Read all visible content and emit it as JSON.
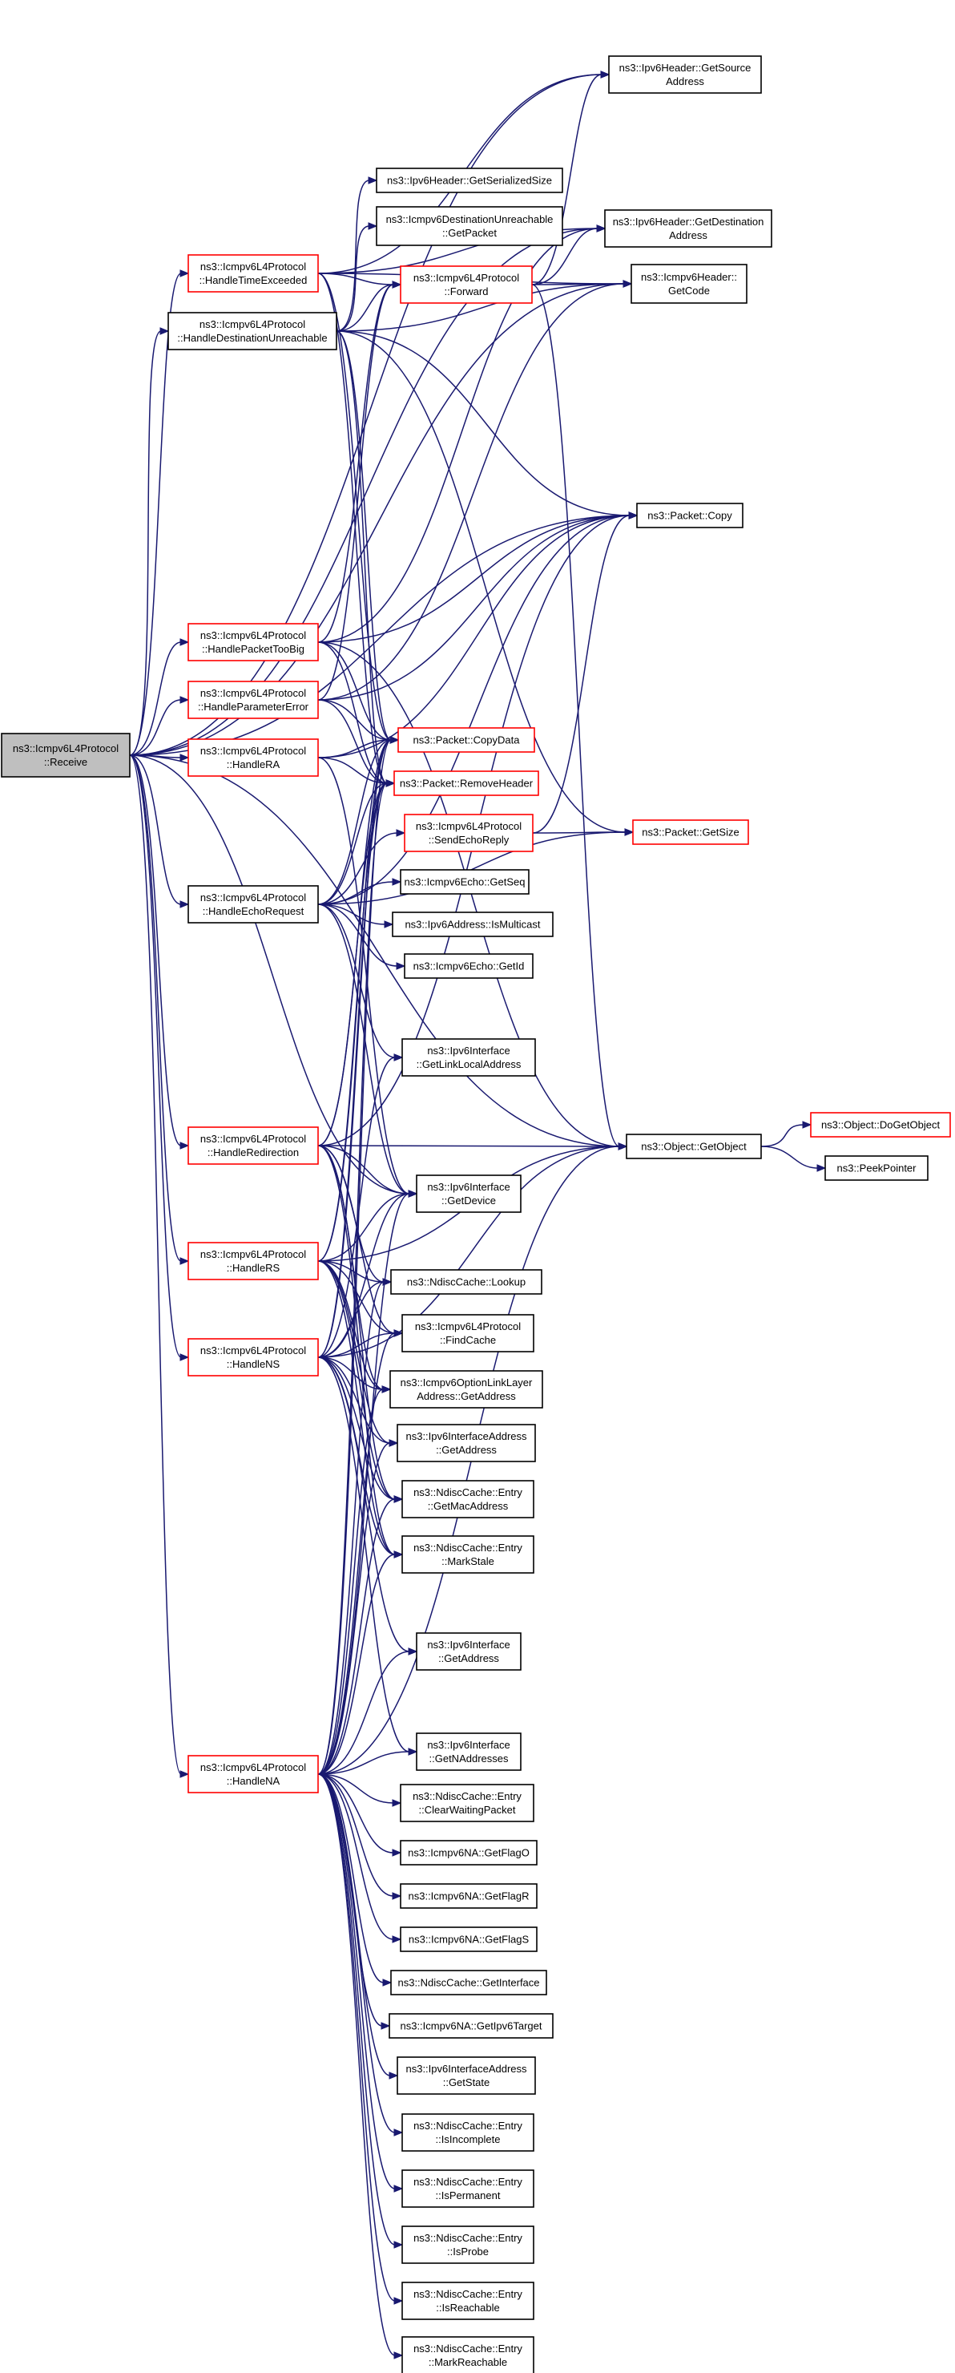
{
  "colors": {
    "edge": "#191970",
    "node_border": "#000000",
    "node_border_has_children": "#ff0000",
    "root_fill": "#bfbfbf",
    "background": "#ffffff"
  },
  "nodes": [
    {
      "id": "receive",
      "lines": [
        "ns3::Icmpv6L4Protocol",
        "::Receive"
      ],
      "style": "root"
    },
    {
      "id": "get_source",
      "lines": [
        "ns3::Ipv6Header::GetSource",
        "Address"
      ],
      "style": "plain"
    },
    {
      "id": "get_serialized_size",
      "lines": [
        "ns3::Ipv6Header::GetSerializedSize"
      ],
      "style": "plain"
    },
    {
      "id": "unreach_get_packet",
      "lines": [
        "ns3::Icmpv6DestinationUnreachable",
        "::GetPacket"
      ],
      "style": "plain"
    },
    {
      "id": "get_destination",
      "lines": [
        "ns3::Ipv6Header::GetDestination",
        "Address"
      ],
      "style": "plain"
    },
    {
      "id": "handle_time_exceeded",
      "lines": [
        "ns3::Icmpv6L4Protocol",
        "::HandleTimeExceeded"
      ],
      "style": "red"
    },
    {
      "id": "forward",
      "lines": [
        "ns3::Icmpv6L4Protocol",
        "::Forward"
      ],
      "style": "red"
    },
    {
      "id": "get_code",
      "lines": [
        "ns3::Icmpv6Header::",
        "GetCode"
      ],
      "style": "plain"
    },
    {
      "id": "handle_dest_unreach",
      "lines": [
        "ns3::Icmpv6L4Protocol",
        "::HandleDestinationUnreachable"
      ],
      "style": "plain"
    },
    {
      "id": "packet_copy",
      "lines": [
        "ns3::Packet::Copy"
      ],
      "style": "plain"
    },
    {
      "id": "handle_packet_too_big",
      "lines": [
        "ns3::Icmpv6L4Protocol",
        "::HandlePacketTooBig"
      ],
      "style": "red"
    },
    {
      "id": "handle_parameter_error",
      "lines": [
        "ns3::Icmpv6L4Protocol",
        "::HandleParameterError"
      ],
      "style": "red"
    },
    {
      "id": "copy_data",
      "lines": [
        "ns3::Packet::CopyData"
      ],
      "style": "red"
    },
    {
      "id": "handle_ra",
      "lines": [
        "ns3::Icmpv6L4Protocol",
        "::HandleRA"
      ],
      "style": "red"
    },
    {
      "id": "remove_header",
      "lines": [
        "ns3::Packet::RemoveHeader"
      ],
      "style": "red"
    },
    {
      "id": "send_echo_reply",
      "lines": [
        "ns3::Icmpv6L4Protocol",
        "::SendEchoReply"
      ],
      "style": "red"
    },
    {
      "id": "get_size",
      "lines": [
        "ns3::Packet::GetSize"
      ],
      "style": "red"
    },
    {
      "id": "handle_echo_request",
      "lines": [
        "ns3::Icmpv6L4Protocol",
        "::HandleEchoRequest"
      ],
      "style": "plain"
    },
    {
      "id": "echo_get_seq",
      "lines": [
        "ns3::Icmpv6Echo::GetSeq"
      ],
      "style": "plain"
    },
    {
      "id": "is_multicast",
      "lines": [
        "ns3::Ipv6Address::IsMulticast"
      ],
      "style": "plain"
    },
    {
      "id": "echo_get_id",
      "lines": [
        "ns3::Icmpv6Echo::GetId"
      ],
      "style": "plain"
    },
    {
      "id": "get_link_local",
      "lines": [
        "ns3::Ipv6Interface",
        "::GetLinkLocalAddress"
      ],
      "style": "plain"
    },
    {
      "id": "handle_redirection",
      "lines": [
        "ns3::Icmpv6L4Protocol",
        "::HandleRedirection"
      ],
      "style": "red"
    },
    {
      "id": "get_object",
      "lines": [
        "ns3::Object::GetObject"
      ],
      "style": "plain"
    },
    {
      "id": "do_get_object",
      "lines": [
        "ns3::Object::DoGetObject"
      ],
      "style": "red"
    },
    {
      "id": "peek_pointer",
      "lines": [
        "ns3::PeekPointer"
      ],
      "style": "plain"
    },
    {
      "id": "get_device",
      "lines": [
        "ns3::Ipv6Interface",
        "::GetDevice"
      ],
      "style": "plain"
    },
    {
      "id": "handle_rs",
      "lines": [
        "ns3::Icmpv6L4Protocol",
        "::HandleRS"
      ],
      "style": "red"
    },
    {
      "id": "ndisc_lookup",
      "lines": [
        "ns3::NdiscCache::Lookup"
      ],
      "style": "plain"
    },
    {
      "id": "find_cache",
      "lines": [
        "ns3::Icmpv6L4Protocol",
        "::FindCache"
      ],
      "style": "plain"
    },
    {
      "id": "handle_ns",
      "lines": [
        "ns3::Icmpv6L4Protocol",
        "::HandleNS"
      ],
      "style": "red"
    },
    {
      "id": "option_link_layer",
      "lines": [
        "ns3::Icmpv6OptionLinkLayer",
        "Address::GetAddress"
      ],
      "style": "plain"
    },
    {
      "id": "iface_addr_get_address",
      "lines": [
        "ns3::Ipv6InterfaceAddress",
        "::GetAddress"
      ],
      "style": "plain"
    },
    {
      "id": "entry_get_mac",
      "lines": [
        "ns3::NdiscCache::Entry",
        "::GetMacAddress"
      ],
      "style": "plain"
    },
    {
      "id": "entry_mark_stale",
      "lines": [
        "ns3::NdiscCache::Entry",
        "::MarkStale"
      ],
      "style": "plain"
    },
    {
      "id": "iface_get_address",
      "lines": [
        "ns3::Ipv6Interface",
        "::GetAddress"
      ],
      "style": "plain"
    },
    {
      "id": "get_n_addresses",
      "lines": [
        "ns3::Ipv6Interface",
        "::GetNAddresses"
      ],
      "style": "plain"
    },
    {
      "id": "handle_na",
      "lines": [
        "ns3::Icmpv6L4Protocol",
        "::HandleNA"
      ],
      "style": "red"
    },
    {
      "id": "clear_waiting",
      "lines": [
        "ns3::NdiscCache::Entry",
        "::ClearWaitingPacket"
      ],
      "style": "plain"
    },
    {
      "id": "na_get_flag_o",
      "lines": [
        "ns3::Icmpv6NA::GetFlagO"
      ],
      "style": "plain"
    },
    {
      "id": "na_get_flag_r",
      "lines": [
        "ns3::Icmpv6NA::GetFlagR"
      ],
      "style": "plain"
    },
    {
      "id": "na_get_flag_s",
      "lines": [
        "ns3::Icmpv6NA::GetFlagS"
      ],
      "style": "plain"
    },
    {
      "id": "ndisc_get_interface",
      "lines": [
        "ns3::NdiscCache::GetInterface"
      ],
      "style": "plain"
    },
    {
      "id": "na_get_target",
      "lines": [
        "ns3::Icmpv6NA::GetIpv6Target"
      ],
      "style": "plain"
    },
    {
      "id": "iface_addr_get_state",
      "lines": [
        "ns3::Ipv6InterfaceAddress",
        "::GetState"
      ],
      "style": "plain"
    },
    {
      "id": "entry_is_incomplete",
      "lines": [
        "ns3::NdiscCache::Entry",
        "::IsIncomplete"
      ],
      "style": "plain"
    },
    {
      "id": "entry_is_permanent",
      "lines": [
        "ns3::NdiscCache::Entry",
        "::IsPermanent"
      ],
      "style": "plain"
    },
    {
      "id": "entry_is_probe",
      "lines": [
        "ns3::NdiscCache::Entry",
        "::IsProbe"
      ],
      "style": "plain"
    },
    {
      "id": "entry_is_reachable",
      "lines": [
        "ns3::NdiscCache::Entry",
        "::IsReachable"
      ],
      "style": "plain"
    },
    {
      "id": "entry_mark_reachable",
      "lines": [
        "ns3::NdiscCache::Entry",
        "::MarkReachable"
      ],
      "style": "plain"
    }
  ],
  "edges": [
    [
      "receive",
      "get_source"
    ],
    [
      "receive",
      "get_destination"
    ],
    [
      "receive",
      "handle_time_exceeded"
    ],
    [
      "receive",
      "handle_dest_unreach"
    ],
    [
      "receive",
      "packet_copy"
    ],
    [
      "receive",
      "handle_packet_too_big"
    ],
    [
      "receive",
      "handle_parameter_error"
    ],
    [
      "receive",
      "handle_ra"
    ],
    [
      "receive",
      "handle_echo_request"
    ],
    [
      "receive",
      "handle_redirection"
    ],
    [
      "receive",
      "handle_rs"
    ],
    [
      "receive",
      "handle_ns"
    ],
    [
      "receive",
      "handle_na"
    ],
    [
      "receive",
      "get_device"
    ],
    [
      "receive",
      "get_object"
    ],
    [
      "receive",
      "get_code"
    ],
    [
      "handle_time_exceeded",
      "get_source"
    ],
    [
      "handle_time_exceeded",
      "forward"
    ],
    [
      "handle_time_exceeded",
      "get_code"
    ],
    [
      "handle_time_exceeded",
      "copy_data"
    ],
    [
      "handle_time_exceeded",
      "remove_header"
    ],
    [
      "handle_time_exceeded",
      "get_destination"
    ],
    [
      "handle_dest_unreach",
      "get_serialized_size"
    ],
    [
      "handle_dest_unreach",
      "unreach_get_packet"
    ],
    [
      "handle_dest_unreach",
      "forward"
    ],
    [
      "handle_dest_unreach",
      "get_code"
    ],
    [
      "handle_dest_unreach",
      "packet_copy"
    ],
    [
      "handle_dest_unreach",
      "copy_data"
    ],
    [
      "handle_dest_unreach",
      "remove_header"
    ],
    [
      "handle_dest_unreach",
      "get_size"
    ],
    [
      "forward",
      "get_source"
    ],
    [
      "forward",
      "get_destination"
    ],
    [
      "forward",
      "get_code"
    ],
    [
      "forward",
      "get_object"
    ],
    [
      "handle_packet_too_big",
      "forward"
    ],
    [
      "handle_packet_too_big",
      "packet_copy"
    ],
    [
      "handle_packet_too_big",
      "copy_data"
    ],
    [
      "handle_packet_too_big",
      "remove_header"
    ],
    [
      "handle_packet_too_big",
      "get_destination"
    ],
    [
      "handle_packet_too_big",
      "get_object"
    ],
    [
      "handle_parameter_error",
      "forward"
    ],
    [
      "handle_parameter_error",
      "get_code"
    ],
    [
      "handle_parameter_error",
      "packet_copy"
    ],
    [
      "handle_parameter_error",
      "copy_data"
    ],
    [
      "handle_parameter_error",
      "remove_header"
    ],
    [
      "handle_ra",
      "packet_copy"
    ],
    [
      "handle_ra",
      "copy_data"
    ],
    [
      "handle_ra",
      "remove_header"
    ],
    [
      "handle_ra",
      "get_device"
    ],
    [
      "handle_echo_request",
      "send_echo_reply"
    ],
    [
      "handle_echo_request",
      "echo_get_seq"
    ],
    [
      "handle_echo_request",
      "is_multicast"
    ],
    [
      "handle_echo_request",
      "echo_get_id"
    ],
    [
      "handle_echo_request",
      "get_link_local"
    ],
    [
      "handle_echo_request",
      "copy_data"
    ],
    [
      "handle_echo_request",
      "remove_header"
    ],
    [
      "handle_echo_request",
      "get_size"
    ],
    [
      "handle_echo_request",
      "packet_copy"
    ],
    [
      "handle_echo_request",
      "get_device"
    ],
    [
      "send_echo_reply",
      "get_size"
    ],
    [
      "send_echo_reply",
      "packet_copy"
    ],
    [
      "get_object",
      "do_get_object"
    ],
    [
      "get_object",
      "peek_pointer"
    ],
    [
      "handle_redirection",
      "get_object"
    ],
    [
      "handle_redirection",
      "get_device"
    ],
    [
      "handle_redirection",
      "ndisc_lookup"
    ],
    [
      "handle_redirection",
      "find_cache"
    ],
    [
      "handle_redirection",
      "option_link_layer"
    ],
    [
      "handle_redirection",
      "entry_get_mac"
    ],
    [
      "handle_redirection",
      "entry_mark_stale"
    ],
    [
      "handle_redirection",
      "copy_data"
    ],
    [
      "handle_redirection",
      "remove_header"
    ],
    [
      "handle_redirection",
      "packet_copy"
    ],
    [
      "handle_rs",
      "get_device"
    ],
    [
      "handle_rs",
      "ndisc_lookup"
    ],
    [
      "handle_rs",
      "find_cache"
    ],
    [
      "handle_rs",
      "option_link_layer"
    ],
    [
      "handle_rs",
      "iface_addr_get_address"
    ],
    [
      "handle_rs",
      "entry_get_mac"
    ],
    [
      "handle_rs",
      "entry_mark_stale"
    ],
    [
      "handle_rs",
      "copy_data"
    ],
    [
      "handle_rs",
      "remove_header"
    ],
    [
      "handle_rs",
      "get_object"
    ],
    [
      "handle_ns",
      "get_device"
    ],
    [
      "handle_ns",
      "ndisc_lookup"
    ],
    [
      "handle_ns",
      "find_cache"
    ],
    [
      "handle_ns",
      "option_link_layer"
    ],
    [
      "handle_ns",
      "iface_addr_get_address"
    ],
    [
      "handle_ns",
      "entry_get_mac"
    ],
    [
      "handle_ns",
      "entry_mark_stale"
    ],
    [
      "handle_ns",
      "iface_get_address"
    ],
    [
      "handle_ns",
      "get_n_addresses"
    ],
    [
      "handle_ns",
      "get_link_local"
    ],
    [
      "handle_ns",
      "copy_data"
    ],
    [
      "handle_ns",
      "remove_header"
    ],
    [
      "handle_ns",
      "get_object"
    ],
    [
      "handle_na",
      "get_device"
    ],
    [
      "handle_na",
      "ndisc_lookup"
    ],
    [
      "handle_na",
      "find_cache"
    ],
    [
      "handle_na",
      "option_link_layer"
    ],
    [
      "handle_na",
      "iface_addr_get_address"
    ],
    [
      "handle_na",
      "entry_get_mac"
    ],
    [
      "handle_na",
      "entry_mark_stale"
    ],
    [
      "handle_na",
      "iface_get_address"
    ],
    [
      "handle_na",
      "get_n_addresses"
    ],
    [
      "handle_na",
      "clear_waiting"
    ],
    [
      "handle_na",
      "na_get_flag_o"
    ],
    [
      "handle_na",
      "na_get_flag_r"
    ],
    [
      "handle_na",
      "na_get_flag_s"
    ],
    [
      "handle_na",
      "ndisc_get_interface"
    ],
    [
      "handle_na",
      "na_get_target"
    ],
    [
      "handle_na",
      "iface_addr_get_state"
    ],
    [
      "handle_na",
      "entry_is_incomplete"
    ],
    [
      "handle_na",
      "entry_is_permanent"
    ],
    [
      "handle_na",
      "entry_is_probe"
    ],
    [
      "handle_na",
      "entry_is_reachable"
    ],
    [
      "handle_na",
      "entry_mark_reachable"
    ],
    [
      "handle_na",
      "copy_data"
    ],
    [
      "handle_na",
      "remove_header"
    ],
    [
      "handle_na",
      "get_object"
    ]
  ]
}
